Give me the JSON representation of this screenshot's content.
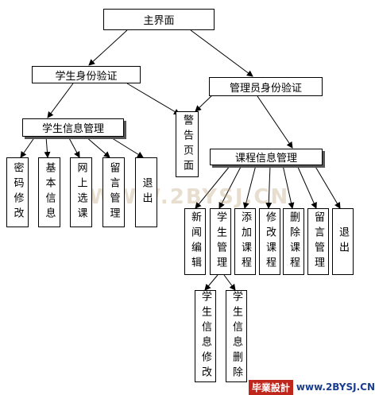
{
  "nodes": {
    "main": "主界面",
    "student_auth": "学生身份验证",
    "admin_auth": "管理员身份验证",
    "student_info": "学生信息管理",
    "warning": "警告页面",
    "pwd": "密码修改",
    "basic": "基本信息",
    "online": "网上选课",
    "msg1": "留言管理",
    "exit1": "退出",
    "course": "课程信息管理",
    "news": "新闻编辑",
    "stu_mgmt": "学生管理",
    "add": "添加课程",
    "modify": "修改课程",
    "del": "删除课程",
    "msg2": "留言管理",
    "exit2": "退出",
    "stu_edit": "学生信息修改",
    "stu_del": "学生信息删除"
  },
  "watermark": "WWW.2BYSJ.CN",
  "footer": {
    "brand": "毕業設計",
    "url": "www.2BYSJ.CN"
  }
}
